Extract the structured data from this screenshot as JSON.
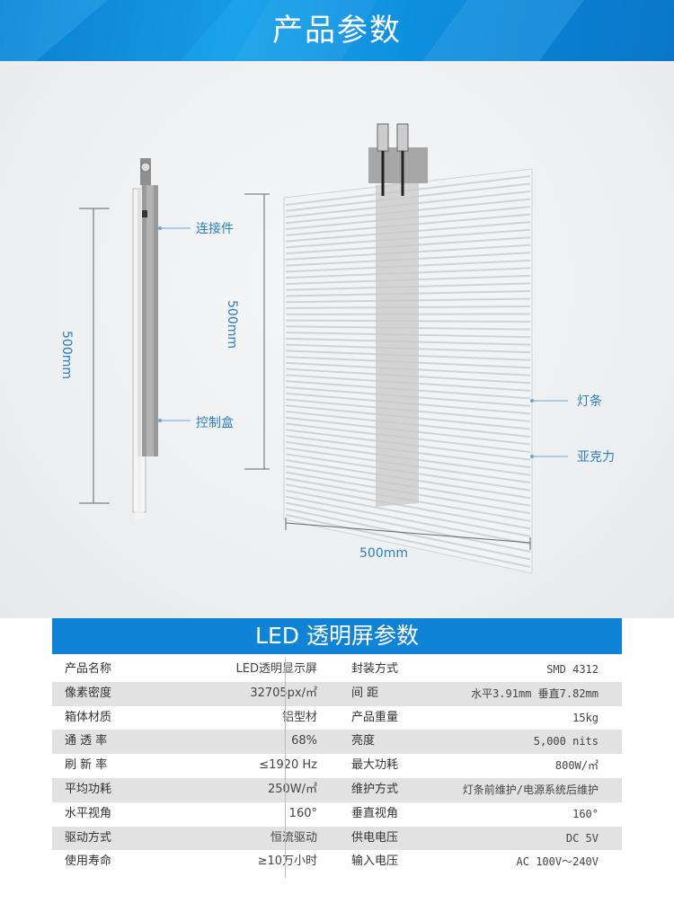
{
  "header": {
    "title": "产品参数"
  },
  "diagram": {
    "side_height": "500mm",
    "front_height": "500mm",
    "front_width": "500mm",
    "callouts": {
      "connector": "连接件",
      "control_box": "控制盒",
      "light_bar": "灯条",
      "acrylic": "亚克力"
    }
  },
  "spec_table": {
    "title": "LED 透明屏参数",
    "rows": [
      {
        "label_a": "产品名称",
        "value_a": "LED透明显示屏",
        "label_b": "封装方式",
        "value_b": "SMD 4312"
      },
      {
        "label_a": "像素密度",
        "value_a": "32705px/㎡",
        "label_b": "间    距",
        "value_b": "水平3.91mm 垂直7.82mm"
      },
      {
        "label_a": "箱体材质",
        "value_a": "铝型材",
        "label_b": "产品重量",
        "value_b": "15kg"
      },
      {
        "label_a": "通 透 率",
        "value_a": "68%",
        "label_b": "亮度",
        "value_b": "5,000 nits"
      },
      {
        "label_a": "刷 新 率",
        "value_a": "≤1920 Hz",
        "label_b": "最大功耗",
        "value_b": "800W/㎡"
      },
      {
        "label_a": "平均功耗",
        "value_a": "250W/㎡",
        "label_b": "维护方式",
        "value_b": "灯条前维护/电源系统后维护"
      },
      {
        "label_a": "水平视角",
        "value_a": "160°",
        "label_b": "垂直视角",
        "value_b": "160°"
      },
      {
        "label_a": "驱动方式",
        "value_a": "恒流驱动",
        "label_b": "供电电压",
        "value_b": "DC 5V"
      },
      {
        "label_a": "使用寿命",
        "value_a": "≥10万小时",
        "label_b": "输入电压",
        "value_b": "AC 100V～240V"
      }
    ]
  },
  "colors": {
    "accent": "#0f84d6",
    "label_blue": "#2b7fc5",
    "row_alt": "#e2e2e2"
  }
}
